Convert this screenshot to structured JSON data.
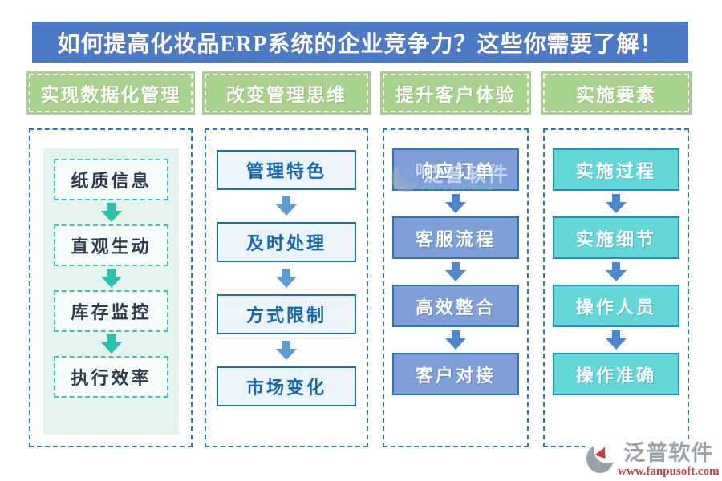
{
  "title": {
    "text": "如何提高化妆品ERP系统的企业竞争力？这些你需要了解！",
    "bg_color": "#4B7AC6",
    "text_color": "#FFFFFF"
  },
  "header_bg_color": "#A9D18E",
  "container_border_color": "#2E75B6",
  "columns": [
    {
      "header": "实现数据化管理",
      "style": "teal-dashed-on-mint-panel",
      "arrow_color": "#29C3AD",
      "items": [
        "纸质信息",
        "直观生动",
        "库存监控",
        "执行效率"
      ]
    },
    {
      "header": "改变管理思维",
      "style": "blue-outline-light-fill",
      "arrow_color": "#5B9BD5",
      "items": [
        "管理特色",
        "及时处理",
        "方式限制",
        "市场变化"
      ]
    },
    {
      "header": "提升客户体验",
      "style": "periwinkle-filled",
      "arrow_color": "#4E86D2",
      "items": [
        "响应订单",
        "客服流程",
        "高效整合",
        "客户对接"
      ]
    },
    {
      "header": "实施要素",
      "style": "turquoise-filled",
      "arrow_color": "#4E86D2",
      "items": [
        "实施过程",
        "实施细节",
        "操作人员",
        "操作准确"
      ]
    }
  ],
  "watermark": {
    "name": "泛普软件",
    "subtext": "FANPU SOFTWARE"
  },
  "footer": {
    "brand": "泛普软件",
    "url": "www.fanpusoft.com",
    "brand_color": "#9AA2AA",
    "url_color": "#C0423C"
  }
}
